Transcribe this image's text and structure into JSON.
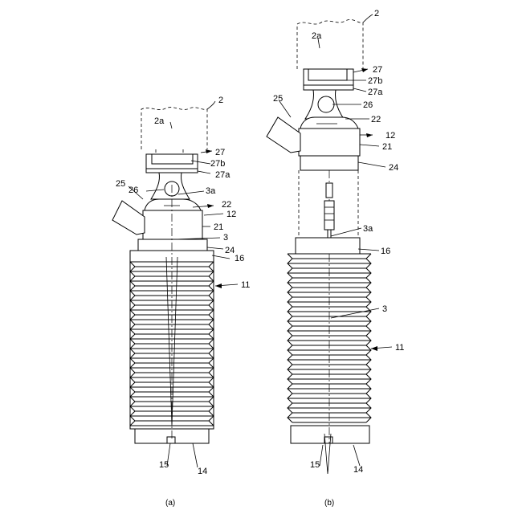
{
  "figure_a": {
    "caption": "(a)",
    "labels": {
      "l2": "2",
      "l2a": "2a",
      "l27": "27",
      "l27b": "27b",
      "l27a": "27a",
      "l25": "25",
      "l26": "26",
      "l3a": "3a",
      "l22": "22",
      "l12": "12",
      "l21": "21",
      "l3": "3",
      "l24": "24",
      "l16": "16",
      "l11": "11",
      "l15": "15",
      "l14": "14"
    }
  },
  "figure_b": {
    "caption": "(b)",
    "labels": {
      "l2": "2",
      "l2a": "2a",
      "l27": "27",
      "l27b": "27b",
      "l27a": "27a",
      "l25": "25",
      "l26": "26",
      "l22": "22",
      "l12": "12",
      "l21": "21",
      "l24": "24",
      "l3a": "3a",
      "l16": "16",
      "l3": "3",
      "l11": "11",
      "l15": "15",
      "l14": "14"
    }
  }
}
